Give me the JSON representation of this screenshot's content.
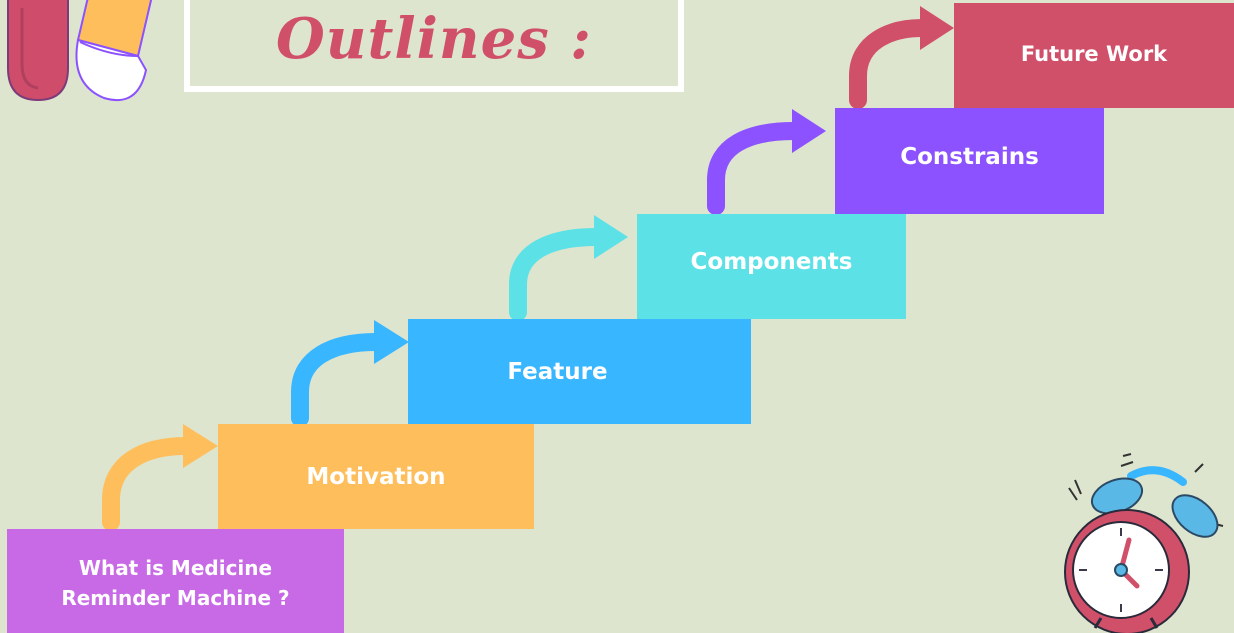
{
  "title": "Outlines :",
  "steps": [
    {
      "label_lines": [
        "What is Medicine",
        "Reminder Machine ?"
      ],
      "color": "#c86ae6"
    },
    {
      "label_lines": [
        "Motivation"
      ],
      "color": "#ffbe5c"
    },
    {
      "label_lines": [
        "Feature"
      ],
      "color": "#38b6ff"
    },
    {
      "label_lines": [
        "Components"
      ],
      "color": "#5ce1e6"
    },
    {
      "label_lines": [
        "Constrains"
      ],
      "color": "#8c52ff"
    },
    {
      "label_lines": [
        "Future Work"
      ],
      "color": "#d0506a"
    }
  ],
  "colors": {
    "background": "#dde5cf",
    "title": "#d0506a",
    "title_frame": "#ffffff",
    "step_text": "#ffffff"
  },
  "icons": [
    "pill-capsules-icon",
    "alarm-clock-icon"
  ]
}
